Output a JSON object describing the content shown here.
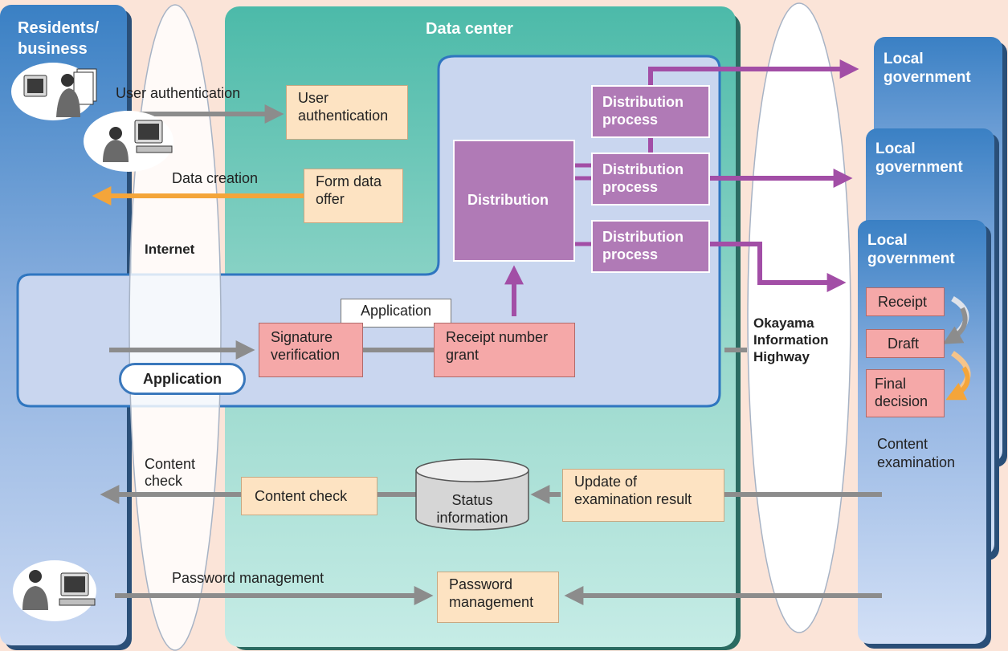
{
  "colors": {
    "background": "#fbe4d8",
    "residents_panel": "#3f84c6",
    "data_center": "#5fbfb0",
    "distribution_panel": "#c9d6ef",
    "process_box": "#b07ab6",
    "form_box": "#fde3c2",
    "step_box": "#f5a8a8",
    "gray_arrow": "#8c8c8c",
    "purple_arrow": "#a24ea6",
    "orange_arrow": "#f4a53a"
  },
  "residents": {
    "title": "Residents/\nbusiness"
  },
  "internet": {
    "label": "Internet"
  },
  "data_center": {
    "title": "Data center"
  },
  "highway": {
    "label": "Okayama\nInformation\nHighway"
  },
  "flows": {
    "user_authentication_label": "User authentication",
    "data_creation_label": "Data creation",
    "content_check_label": "Content\ncheck",
    "password_management_label": "Password management"
  },
  "boxes": {
    "user_authentication": "User\nauthentication",
    "form_data_offer": "Form data\noffer",
    "distribution": "Distribution",
    "distribution_process_1": "Distribution\nprocess",
    "distribution_process_2": "Distribution\nprocess",
    "distribution_process_3": "Distribution\nprocess",
    "application_tag": "Application",
    "application_pill": "Application",
    "signature_verification": "Signature\nverification",
    "receipt_number_grant": "Receipt number\ngrant",
    "content_check": "Content check",
    "status_information": "Status\ninformation",
    "update_of_examination_result": "Update of\nexamination result",
    "password_management": "Password\nmanagement"
  },
  "local_governments": [
    {
      "title": "Local\ngovernment"
    },
    {
      "title": "Local\ngovernment"
    },
    {
      "title": "Local\ngovernment"
    }
  ],
  "examination": {
    "receipt": "Receipt",
    "draft": "Draft",
    "final_decision": "Final\ndecision",
    "content_examination": "Content\nexamination"
  }
}
